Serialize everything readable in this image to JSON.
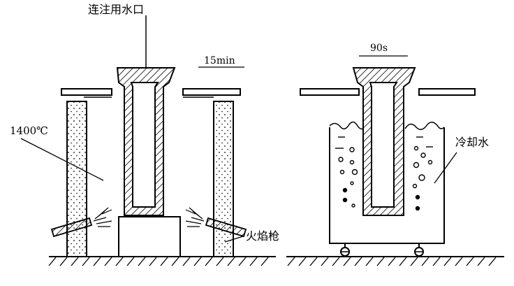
{
  "labels": {
    "nozzle": "连注用水口",
    "preheat_time": "15min",
    "temperature": "1400℃",
    "torch": "火焰枪",
    "quench_time": "90s",
    "cooling_water": "冷却水"
  },
  "colors": {
    "ink": "#000000",
    "background": "#ffffff"
  }
}
